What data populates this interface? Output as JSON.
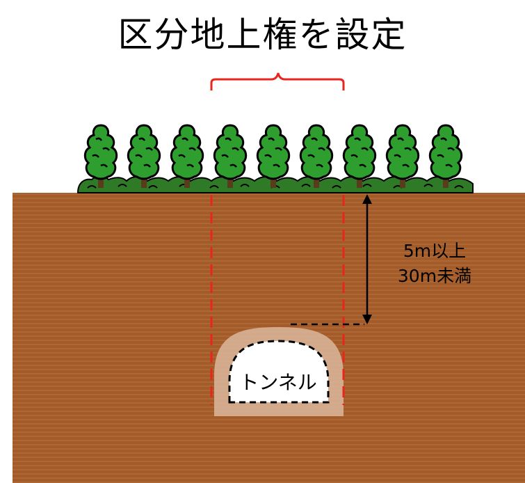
{
  "title": "区分地上権を設定",
  "depth_label": {
    "line1": "5m以上",
    "line2": "30m未満"
  },
  "tunnel_label": "トンネル",
  "colors": {
    "soil": "#a05a2c",
    "soil_line": "#b8743f",
    "tree_canopy": "#2e9e2e",
    "bush": "#2e7a26",
    "boundary": "#e8261e",
    "tunnel_ring": "#dcb79c"
  },
  "icons": {
    "tree": "tree-icon",
    "bracket": "curly-bracket-icon",
    "arrow": "double-arrow-icon"
  }
}
